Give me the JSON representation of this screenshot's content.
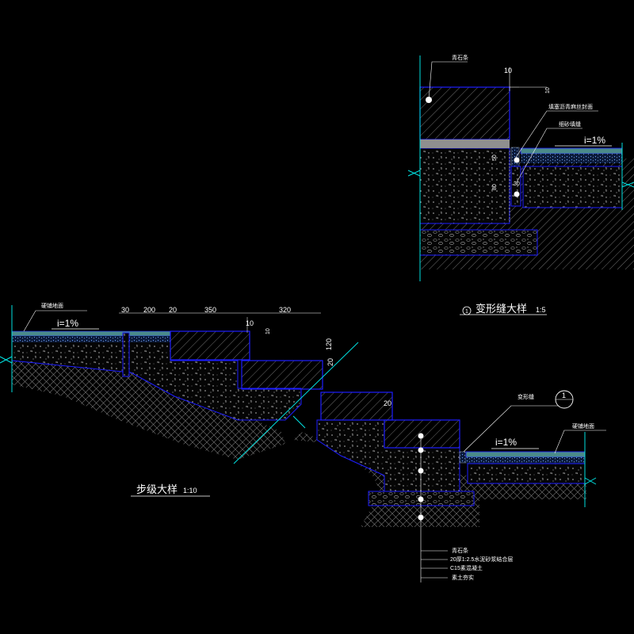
{
  "drawing": {
    "colors": {
      "background": "#000000",
      "outline": "#1d1dff",
      "concrete_fill": "#0a0a0a",
      "aggregate": "#9a9a9a",
      "hatch": "#8a8a8a",
      "leader": "#00e0e0",
      "text": "#ffffff",
      "gray_strip": "#8f8f8f",
      "edge_strip": "#4a8a8a"
    },
    "stair_detail": {
      "title": "步级大样",
      "scale": "1:10",
      "surface_label": "硬铺地面",
      "slope_label": "i=1%",
      "dims_top": [
        "30",
        "200",
        "20",
        "350",
        "320"
      ],
      "dim_small_a": "10",
      "dim_small_b": "10",
      "dim_vertical": [
        "120",
        "20"
      ],
      "dim_lower": "20",
      "joint_label": "变形缝",
      "callout_number": "1",
      "surface_label_right": "硬铺地面",
      "slope_label_right": "i=1%",
      "layers": [
        "青石条",
        "20厚1:2.5水泥砂浆结合层",
        "C15素混凝土",
        "素土夯实"
      ]
    },
    "joint_detail": {
      "title": "变形缝大样",
      "scale": "1:5",
      "callout_number": "1",
      "label_top": "青石条",
      "label_sealant": "填塞沥青麻丝封面",
      "label_fill": "细砂填缝",
      "slope_label": "i=1%",
      "dim_top": "10",
      "dim_right": "10",
      "dim_50": "50",
      "dim_30": "30",
      "dim_80": "80"
    }
  }
}
